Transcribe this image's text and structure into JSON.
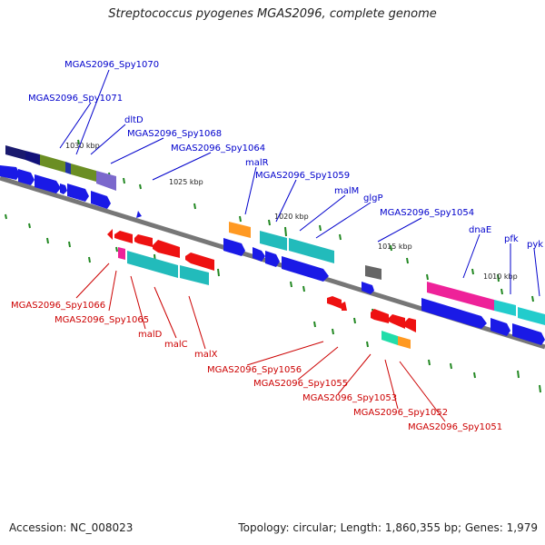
{
  "title": "Streptococcus pyogenes MGAS2096, complete genome",
  "footer": {
    "accession": "Accession: NC_008023",
    "summary": "Topology: circular; Length: 1,860,355 bp; Genes: 1,979"
  },
  "colors": {
    "backbone": "#777777",
    "forward_label": "#0000cc",
    "reverse_label": "#cc0000",
    "tick": "#228822"
  },
  "scale_labels": [
    "1030 kbp",
    "1025 kbp",
    "1020 kbp",
    "1015 kbp",
    "1010 kbp"
  ],
  "forward_labels": [
    "MGAS2096_Spy1070",
    "MGAS2096_Spy1071",
    "dltD",
    "MGAS2096_Spy1068",
    "MGAS2096_Spy1064",
    "malR",
    "MGAS2096_Spy1059",
    "malM",
    "glgP",
    "MGAS2096_Spy1054",
    "dnaE",
    "pfk",
    "pyk"
  ],
  "reverse_labels": [
    "MGAS2096_Spy1066",
    "MGAS2096_Spy1065",
    "malD",
    "malC",
    "malX",
    "MGAS2096_Spy1056",
    "MGAS2096_Spy1055",
    "MGAS2096_Spy1053",
    "MGAS2096_Spy1052",
    "MGAS2096_Spy1051"
  ]
}
